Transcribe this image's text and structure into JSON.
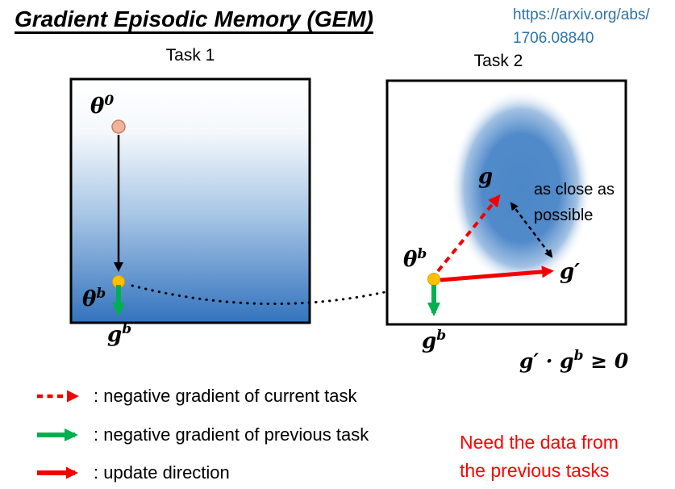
{
  "header": {
    "title": "Gradient Episodic Memory (GEM)",
    "url_line1": "https://arxiv.org/abs/",
    "url_line2": "1706.08840"
  },
  "diagram": {
    "task1": {
      "label": "Task 1",
      "theta0_base": "θ",
      "theta0_sup": "0",
      "thetab_base": "θ",
      "thetab_sup": "b",
      "gb_base": "g",
      "gb_sup": "b"
    },
    "task2": {
      "label": "Task 2",
      "g_label": "g",
      "gprime_label": "g′",
      "thetab_base": "θ",
      "thetab_sup": "b",
      "gb_base": "g",
      "gb_sup": "b",
      "annotation_line1": "as close as",
      "annotation_line2": "possible"
    },
    "constraint": {
      "p1": "g′ · g",
      "sup": "b",
      "p2": " ≥ 0"
    }
  },
  "legend": {
    "items": [
      {
        "icon": "red-dashed-arrow",
        "text": ": negative gradient of current task"
      },
      {
        "icon": "green-solid-arrow",
        "text": ": negative gradient of previous task"
      },
      {
        "icon": "red-solid-arrow",
        "text": ": update direction"
      }
    ]
  },
  "note": {
    "line1": "Need the data from",
    "line2": "the previous tasks"
  },
  "colors": {
    "url_blue": "#2e73a9",
    "task_gradient_blue": "#3373be",
    "region_blue": "#4c87c8",
    "arrow_red": "#f20000",
    "arrow_green": "#00b050",
    "point_gold": "#ffc000",
    "point_pink": "#f2b29c",
    "note_red": "#ff0000"
  }
}
